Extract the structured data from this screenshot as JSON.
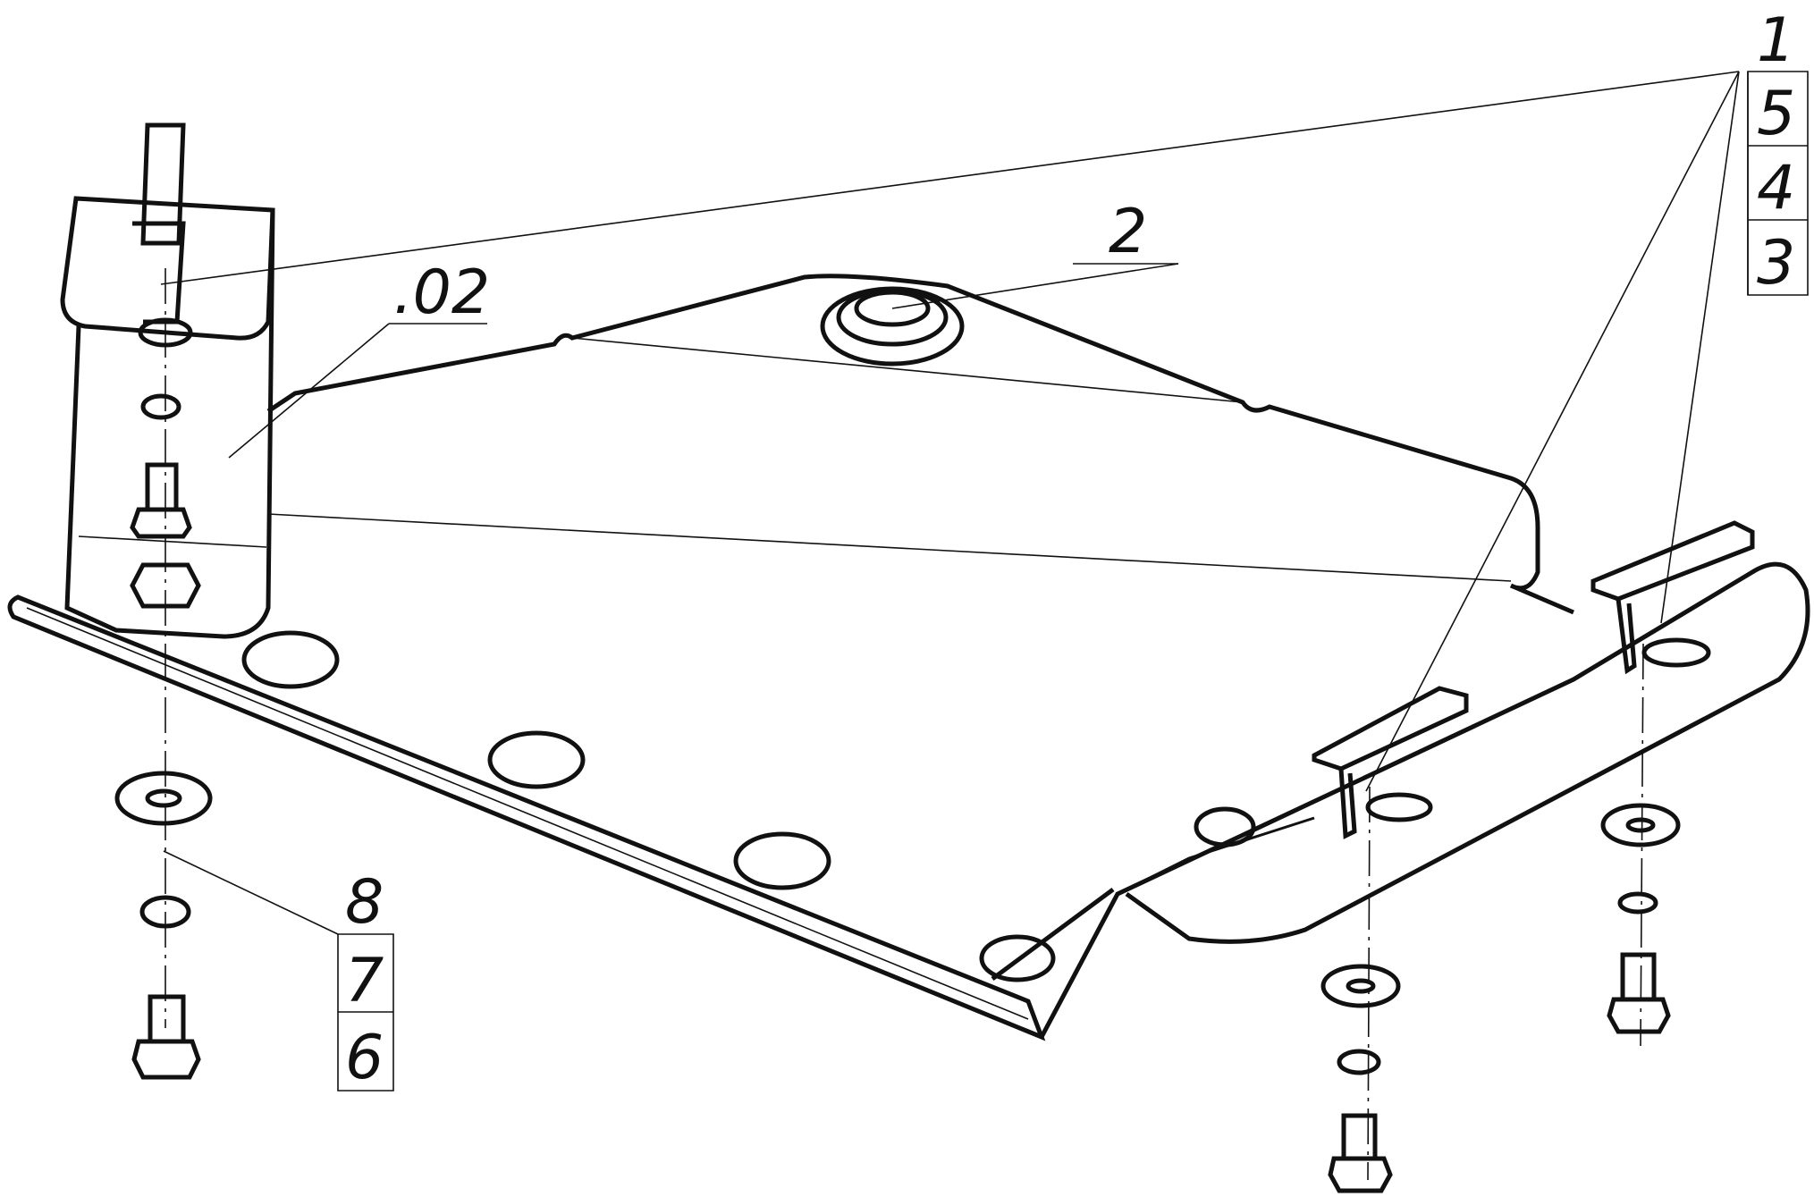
{
  "callouts": {
    "c1": "1",
    "c5": "5",
    "c4": "4",
    "c3": "3",
    "c2": "2",
    "c02": ".02",
    "c8": "8",
    "c7": "7",
    "c6": "6"
  }
}
